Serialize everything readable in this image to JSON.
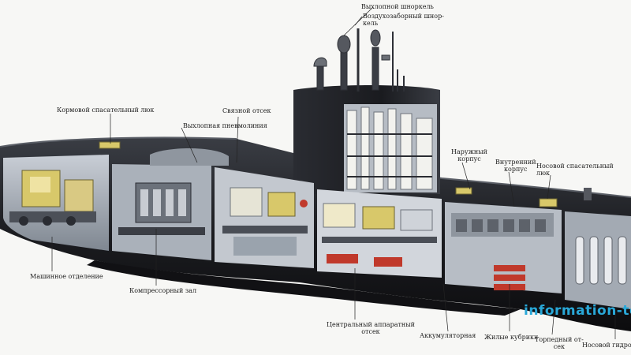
{
  "labels": {
    "exhaust_snorkel": "Выхлопной шноркель",
    "air_intake_snorkel_1": "Воздухозаборный шнор-",
    "air_intake_snorkel_2": "кель",
    "aft_escape_hatch": "Кормовой спасательный люк",
    "comms_compartment": "Связной отсек",
    "exhaust_pneumatic_line": "Выхлопная пневмолиния",
    "outer_hull_1": "Наружный",
    "outer_hull_2": "корпус",
    "inner_hull_1": "Внутренний",
    "inner_hull_2": "корпус",
    "bow_escape_hatch_1": "Носовой спасательный",
    "bow_escape_hatch_2": "люк",
    "engine_room": "Машинное отделение",
    "compressor_room": "Компрессорный зал",
    "central_control_1": "Центральный аппаратный",
    "central_control_2": "отсек",
    "battery_room": "Аккумуляторная",
    "crew_quarters": "Жилые кубрики",
    "torpedo_room_1": "Торпедный от-",
    "torpedo_room_2": "сек",
    "bow_sonar": "Носовой гидро"
  },
  "watermark": "information-te",
  "colors": {
    "hull_dark": "#1f1f24",
    "interior_steel": "#9aa3ad",
    "interior_light": "#d6d9de",
    "accent_red": "#c0392b",
    "accent_yellow": "#d8c86a",
    "watermark": "#29a8d8"
  }
}
